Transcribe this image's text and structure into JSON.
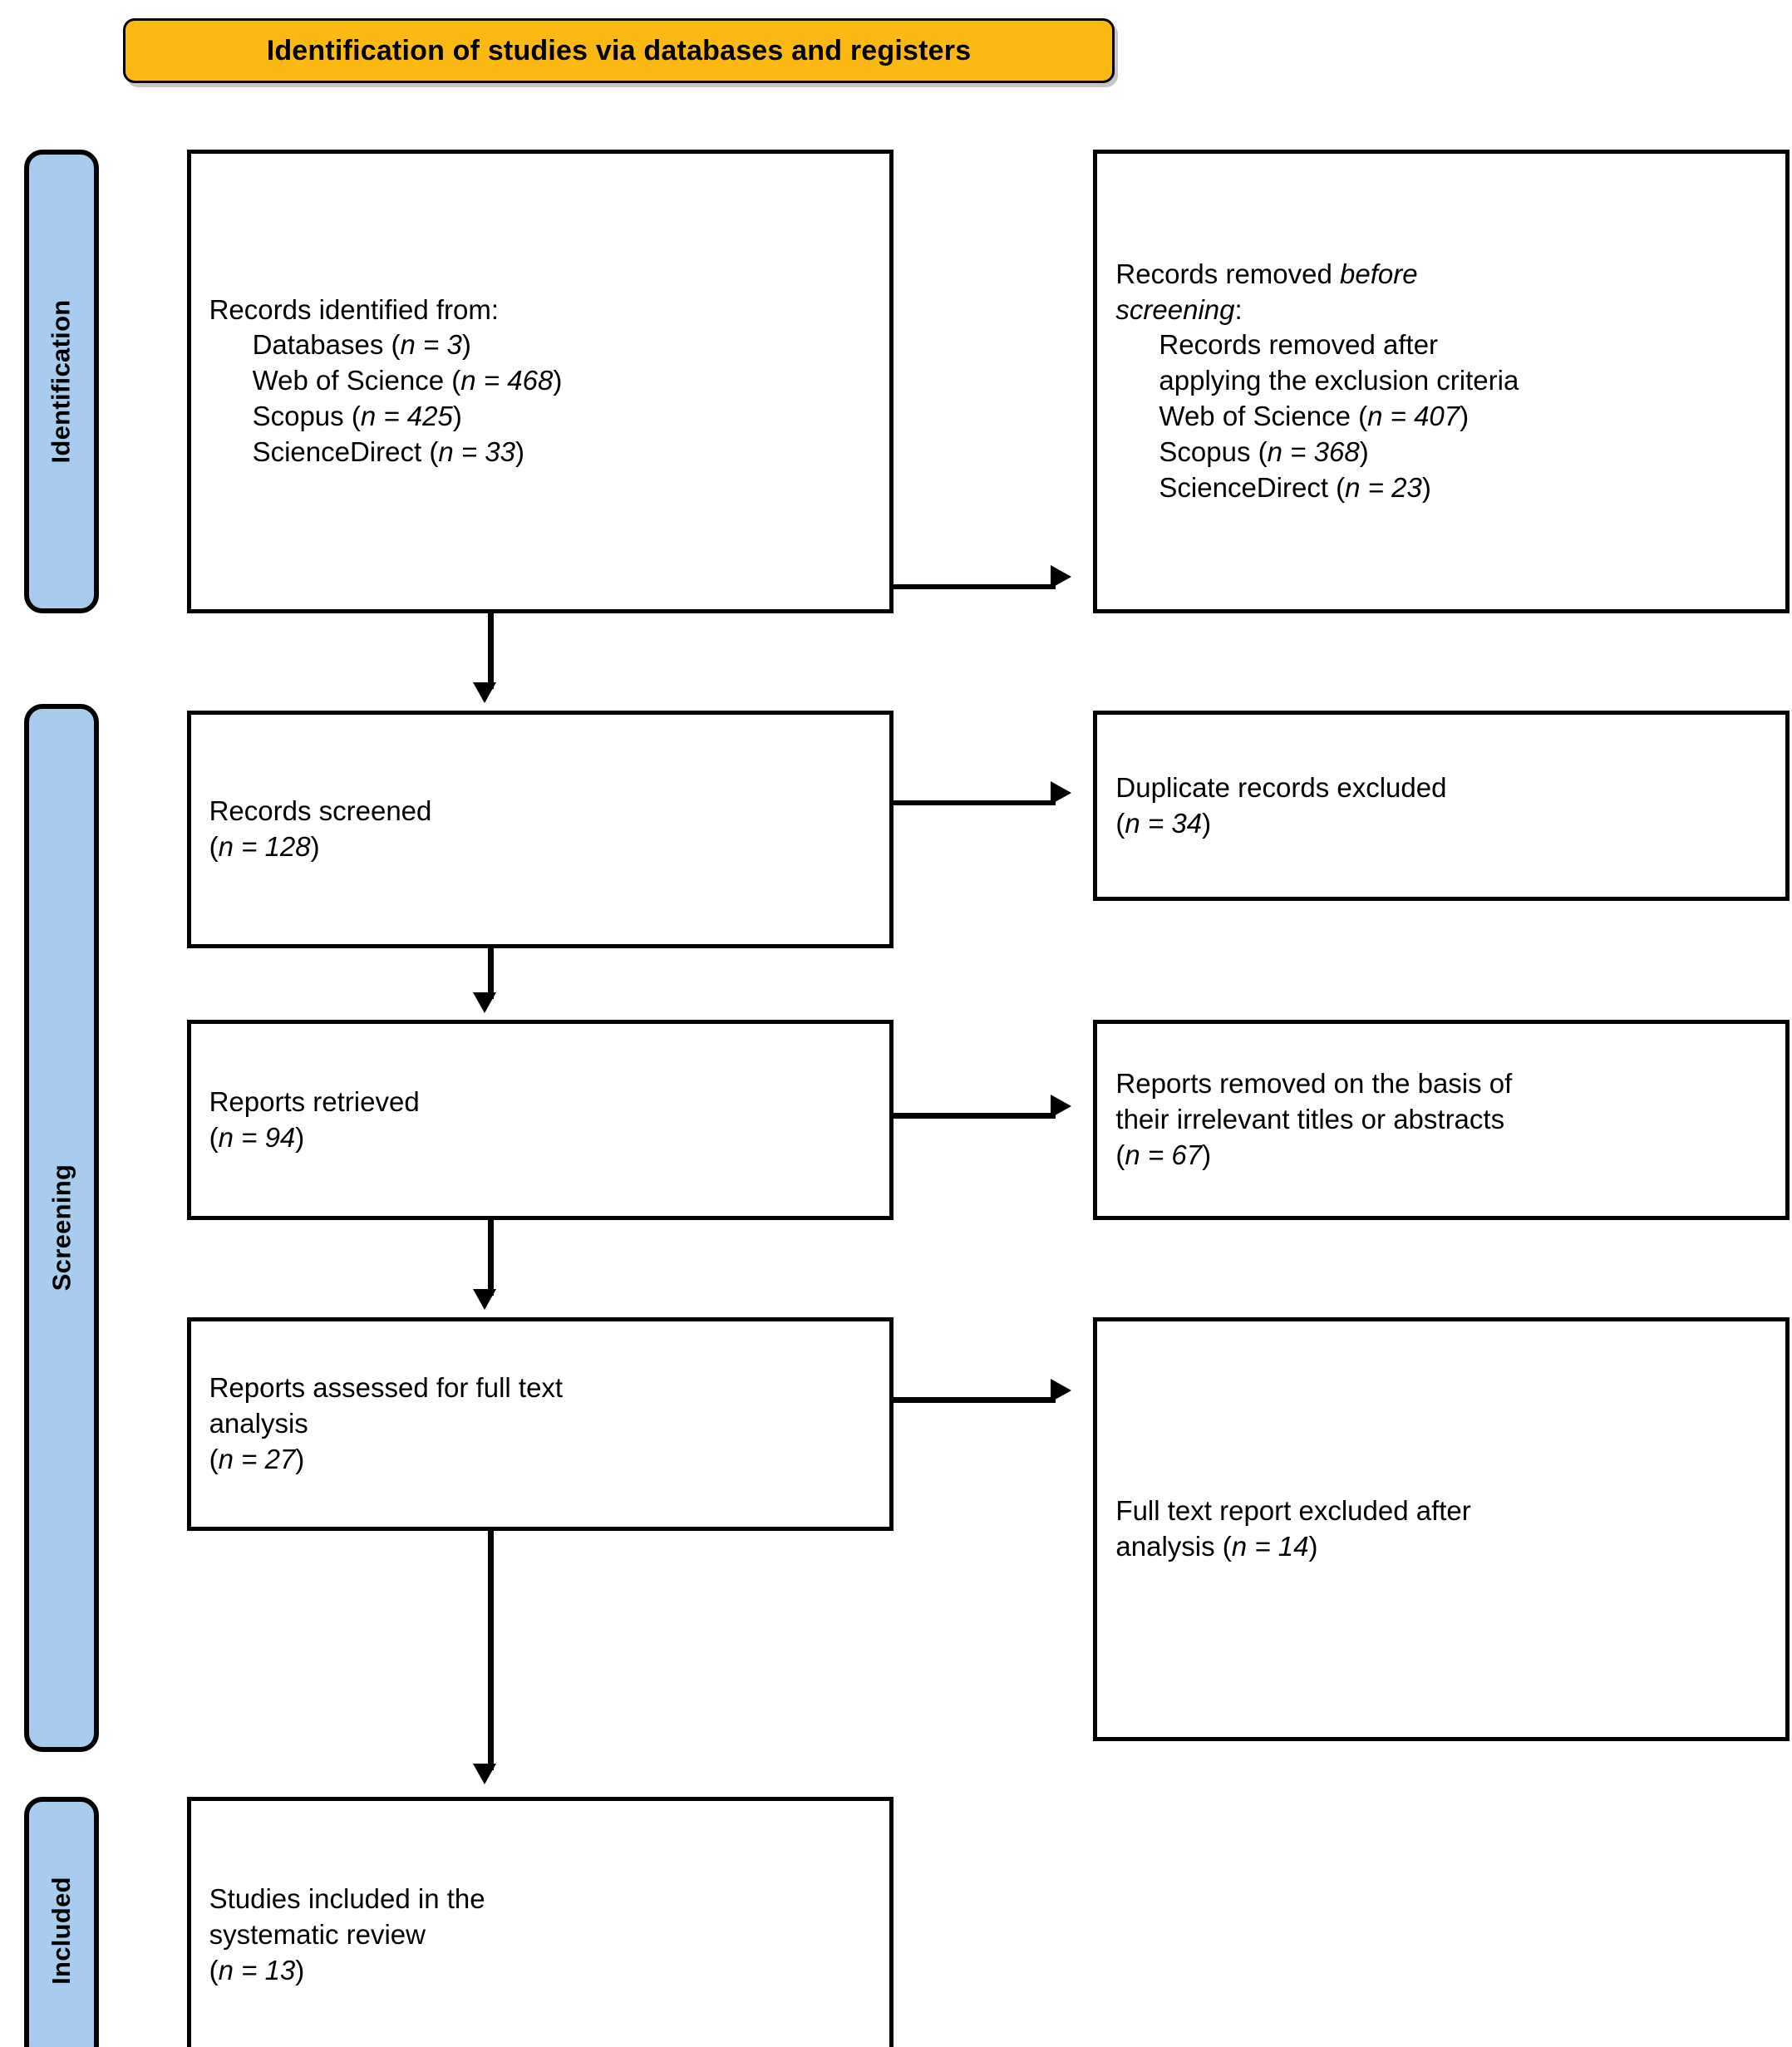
{
  "banner": {
    "title": "Identification of studies via databases and registers"
  },
  "colors": {
    "banner_fill": "#fcb813",
    "stage_fill": "#a8cced",
    "box_border": "#000000",
    "box_fill": "#ffffff"
  },
  "stages": [
    {
      "id": "identification",
      "label": "Identification"
    },
    {
      "id": "screening",
      "label": "Screening"
    },
    {
      "id": "included",
      "label": "Included"
    }
  ],
  "boxes": {
    "identified": {
      "name": "records-identified",
      "lines": [
        {
          "text": "Records identified from:",
          "indent": false
        },
        {
          "text": "Databases (n = 3)",
          "indent": true
        },
        {
          "text": "Web of Science (n = 468)",
          "indent": true
        },
        {
          "text": "Scopus (n = 425)",
          "indent": true
        },
        {
          "text": "ScienceDirect (n = 33)",
          "indent": true
        }
      ]
    },
    "removed_before": {
      "name": "records-removed-before-screening",
      "lines": [
        {
          "text": "Records removed before",
          "indent": false
        },
        {
          "text": "screening:",
          "indent": false
        },
        {
          "text": "Records removed after",
          "indent": true
        },
        {
          "text": "applying the exclusion criteria",
          "indent": true
        },
        {
          "text": "Web of Science (n = 407)",
          "indent": true
        },
        {
          "text": "Scopus (n = 368)",
          "indent": true
        },
        {
          "text": "ScienceDirect (n = 23)",
          "indent": true
        }
      ]
    },
    "screened": {
      "name": "records-screened",
      "lines": [
        {
          "text": "Records screened",
          "indent": false
        },
        {
          "text": "(n = 128)",
          "indent": false
        }
      ]
    },
    "duplicates": {
      "name": "duplicate-records-excluded",
      "lines": [
        {
          "text": "Duplicate records excluded",
          "indent": false
        },
        {
          "text": "(n = 34)",
          "indent": false
        }
      ]
    },
    "retrieved": {
      "name": "reports-retrieved",
      "lines": [
        {
          "text": "Reports retrieved",
          "indent": false
        },
        {
          "text": "(n = 94)",
          "indent": false
        }
      ]
    },
    "irrelevant": {
      "name": "reports-removed-irrelevant",
      "lines": [
        {
          "text": "Reports removed on the basis of",
          "indent": false
        },
        {
          "text": "their irrelevant titles or abstracts",
          "indent": false
        },
        {
          "text": "(n = 67)",
          "indent": false
        }
      ]
    },
    "fulltext": {
      "name": "reports-assessed-full-text",
      "lines": [
        {
          "text": "Reports assessed for full text",
          "indent": false
        },
        {
          "text": "analysis",
          "indent": false
        },
        {
          "text": "(n = 27)",
          "indent": false
        }
      ]
    },
    "fulltext_excluded": {
      "name": "full-text-report-excluded",
      "lines": [
        {
          "text": "Full text report excluded after",
          "indent": false
        },
        {
          "text": "analysis (n = 14)",
          "indent": false
        }
      ]
    },
    "included": {
      "name": "studies-included",
      "lines": [
        {
          "text": "Studies included in the",
          "indent": false
        },
        {
          "text": "systematic review",
          "indent": false
        },
        {
          "text": "(n = 13)",
          "indent": false
        }
      ]
    }
  },
  "counts": {
    "databases": 3,
    "web_of_science_identified": 468,
    "scopus_identified": 425,
    "sciencedirect_identified": 33,
    "web_of_science_removed": 407,
    "scopus_removed": 368,
    "sciencedirect_removed": 23,
    "records_screened": 128,
    "duplicates_excluded": 34,
    "reports_retrieved": 94,
    "reports_removed_irrelevant": 67,
    "reports_assessed": 27,
    "full_text_excluded": 14,
    "studies_included": 13
  }
}
